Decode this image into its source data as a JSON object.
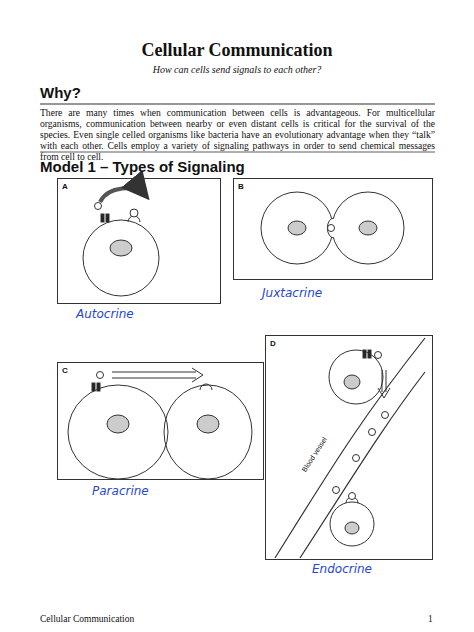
{
  "diagram": {
    "title": "Cellular Communication",
    "nodes": [
      {
        "text": [
          "A"
        ]
      },
      {
        "text": [
          "B"
        ]
      },
      {
        "text": [
          "C"
        ]
      },
      {
        "text": [
          "D"
        ]
      }
    ],
    "labels": [
      "How can cells send signals to each other?",
      "Why?",
      "There are many times when communication between cells is advantageous. For multicellular organisms, communication between nearby or even distant cells is critical for the survival of the species. Even single celled organisms like bacteria have an evolutionary advantage when they “talk” with each other. Cells employ a variety of signaling pathways in order to send chemical messages from cell to cell.",
      "Model 1 – Types of Signaling",
      "Autocrine",
      "Juxtacrine",
      "Paracrine",
      "Endocrine",
      "Blood vessel",
      "Cellular Communication",
      "1"
    ]
  }
}
